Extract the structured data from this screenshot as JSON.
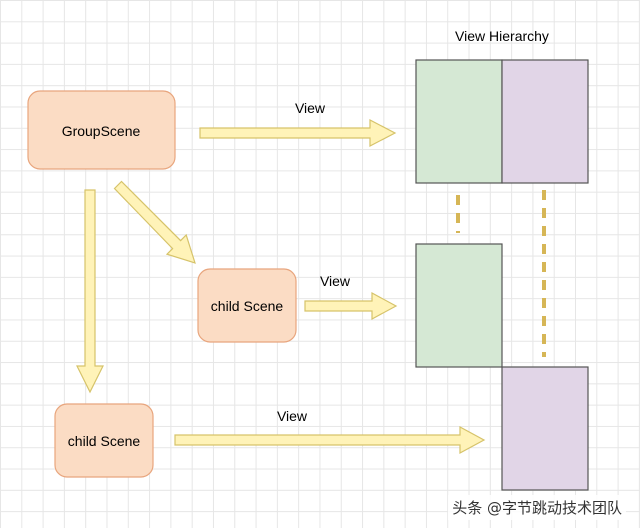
{
  "diagram": {
    "title": "View Hierarchy",
    "nodes": {
      "group_scene": "GroupScene",
      "child_scene_1": "child Scene",
      "child_scene_2": "child Scene"
    },
    "edge_labels": {
      "group_to_view": "View",
      "child1_to_view": "View",
      "child2_to_view": "View"
    }
  },
  "colors": {
    "scene_fill": "#fbdcc4",
    "scene_stroke": "#e8a57d",
    "arrow_fill": "#fff3b8",
    "arrow_stroke": "#d6c36a",
    "view_green": "#d5e8d4",
    "view_purple": "#e1d5e7",
    "view_stroke": "#555555",
    "dash": "#d6b656"
  },
  "watermark": "头条 @字节跳动技术团队"
}
